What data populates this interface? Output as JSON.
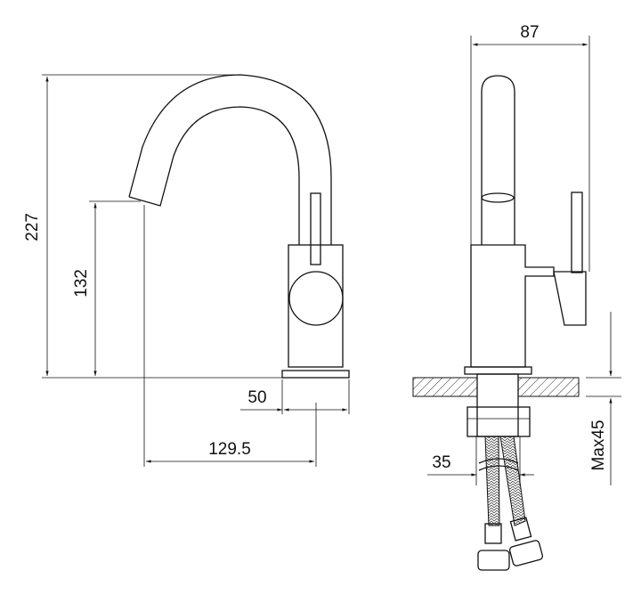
{
  "dimensions": {
    "overall_height": "227",
    "spout_height": "132",
    "base_diameter": "50",
    "spout_reach": "129.5",
    "width": "87",
    "hose_spacing": "35",
    "max_counter_thickness": "Max45"
  }
}
